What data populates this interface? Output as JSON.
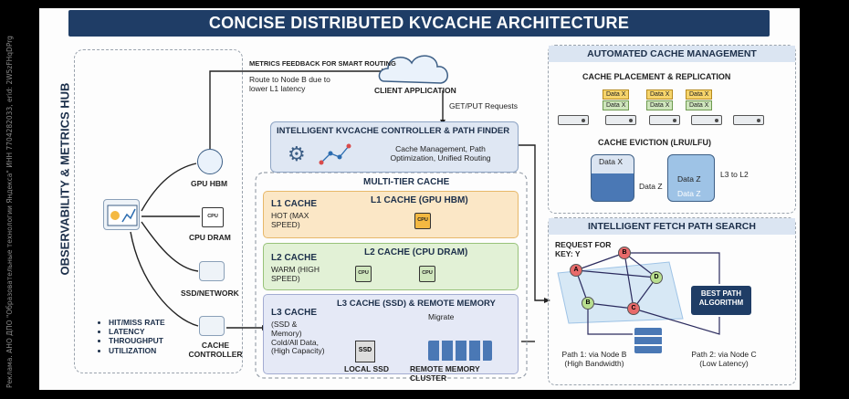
{
  "ad_text": "Реклама. АНО ДПО \"Образовательные технологии Яндекса\" ИНН 7704282033, erid: 2W5zFHqDPrg",
  "title": "CONCISE DISTRIBUTED KVCACHE ARCHITECTURE",
  "observability": {
    "title": "OBSERVABILITY & METRICS HUB",
    "sources": [
      "GPU HBM",
      "CPU DRAM",
      "SSD/NETWORK",
      "CACHE CONTROLLER"
    ],
    "metrics": [
      "HIT/MISS RATE",
      "LATENCY",
      "THROUGHPUT",
      "UTILIZATION"
    ]
  },
  "client": {
    "label": "CLIENT APPLICATION",
    "feedback": "METRICS FEEDBACK FOR SMART ROUTING",
    "route_note": "Route to Node B due to lower L1 latency",
    "requests": "GET/PUT Requests"
  },
  "controller": {
    "title": "INTELLIGENT KVCACHE CONTROLLER & PATH FINDER",
    "desc": "Cache Management, Path Optimization, Unified Routing"
  },
  "multi_tier": {
    "title": "MULTI-TIER CACHE",
    "l1": {
      "tag": "L1 CACHE",
      "sub": "HOT (MAX SPEED)",
      "title": "L1 CACHE (GPU HBM)"
    },
    "l2": {
      "tag": "L2 CACHE",
      "sub": "WARM (HIGH SPEED)",
      "title": "L2 CACHE (CPU DRAM)"
    },
    "l3": {
      "tag": "L3 CACHE",
      "sub": "(SSD & Memory) Cold/All Data, (High Capacity)",
      "title": "L3 CACHE (SSD) & REMOTE MEMORY",
      "migrate": "Migrate",
      "local": "LOCAL SSD",
      "remote": "REMOTE MEMORY CLUSTER"
    }
  },
  "cache_mgmt": {
    "title": "AUTOMATED CACHE MANAGEMENT",
    "placement": "CACHE PLACEMENT & REPLICATION",
    "eviction": "CACHE EVICTION (LRU/LFU)",
    "data_x": "Data X",
    "data_z": "Data Z",
    "l3_to_l2": "L3 to L2"
  },
  "fetch": {
    "title": "INTELLIGENT FETCH PATH SEARCH",
    "request": "REQUEST FOR KEY: Y",
    "nodes": [
      "A",
      "B",
      "C",
      "D",
      "B"
    ],
    "best": "BEST PATH ALGORITHM",
    "path1": "Path 1: via Node B (High Bandwidth)",
    "path2": "Path 2: via Node C (Low Latency)"
  },
  "colors": {
    "navy": "#1f3d66",
    "orange": "#f4b942",
    "green": "#98c27a",
    "lavender": "#a3acd2"
  }
}
